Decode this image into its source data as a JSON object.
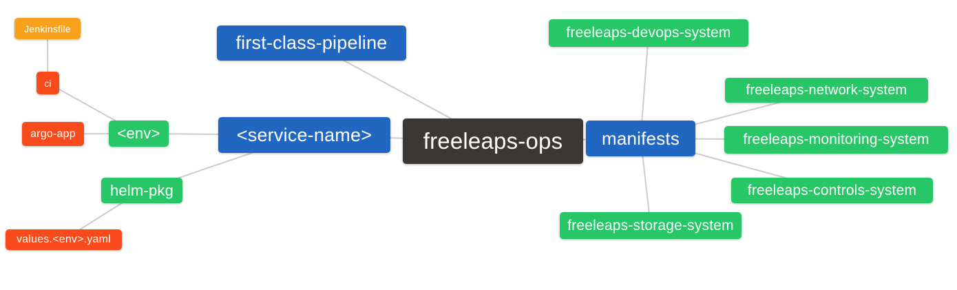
{
  "diagram": {
    "title": "freeleaps-ops mind map",
    "colors": {
      "blue": "#2166c0",
      "green": "#27c667",
      "orange": "#f9a11b",
      "red": "#f94a1c",
      "dark": "#3b3734",
      "text": "#ffffff",
      "edge": "#cccccc",
      "background": "#ffffff"
    },
    "nodes": [
      {
        "id": "jenkinsfile",
        "label": "Jenkinsfile",
        "color": "orange"
      },
      {
        "id": "ci",
        "label": "ci",
        "color": "red"
      },
      {
        "id": "argo-app",
        "label": "argo-app",
        "color": "red"
      },
      {
        "id": "env",
        "label": "<env>",
        "color": "green"
      },
      {
        "id": "helm-pkg",
        "label": "helm-pkg",
        "color": "green"
      },
      {
        "id": "values-env-yaml",
        "label": "values.<env>.yaml",
        "color": "red"
      },
      {
        "id": "first-class-pipeline",
        "label": "first-class-pipeline",
        "color": "blue"
      },
      {
        "id": "service-name",
        "label": "<service-name>",
        "color": "blue"
      },
      {
        "id": "freeleaps-ops",
        "label": "freeleaps-ops",
        "color": "dark"
      },
      {
        "id": "manifests",
        "label": "manifests",
        "color": "blue"
      },
      {
        "id": "devops-system",
        "label": "freeleaps-devops-system",
        "color": "green"
      },
      {
        "id": "network-system",
        "label": "freeleaps-network-system",
        "color": "green"
      },
      {
        "id": "monitoring-system",
        "label": "freeleaps-monitoring-system",
        "color": "green"
      },
      {
        "id": "controls-system",
        "label": "freeleaps-controls-system",
        "color": "green"
      },
      {
        "id": "storage-system",
        "label": "freeleaps-storage-system",
        "color": "green"
      }
    ],
    "edges": [
      {
        "from": "jenkinsfile",
        "to": "ci"
      },
      {
        "from": "ci",
        "to": "env"
      },
      {
        "from": "argo-app",
        "to": "env"
      },
      {
        "from": "env",
        "to": "service-name"
      },
      {
        "from": "helm-pkg",
        "to": "service-name"
      },
      {
        "from": "values-env-yaml",
        "to": "helm-pkg"
      },
      {
        "from": "first-class-pipeline",
        "to": "freeleaps-ops"
      },
      {
        "from": "service-name",
        "to": "freeleaps-ops"
      },
      {
        "from": "freeleaps-ops",
        "to": "manifests"
      },
      {
        "from": "manifests",
        "to": "devops-system"
      },
      {
        "from": "manifests",
        "to": "network-system"
      },
      {
        "from": "manifests",
        "to": "monitoring-system"
      },
      {
        "from": "manifests",
        "to": "controls-system"
      },
      {
        "from": "manifests",
        "to": "storage-system"
      }
    ]
  }
}
